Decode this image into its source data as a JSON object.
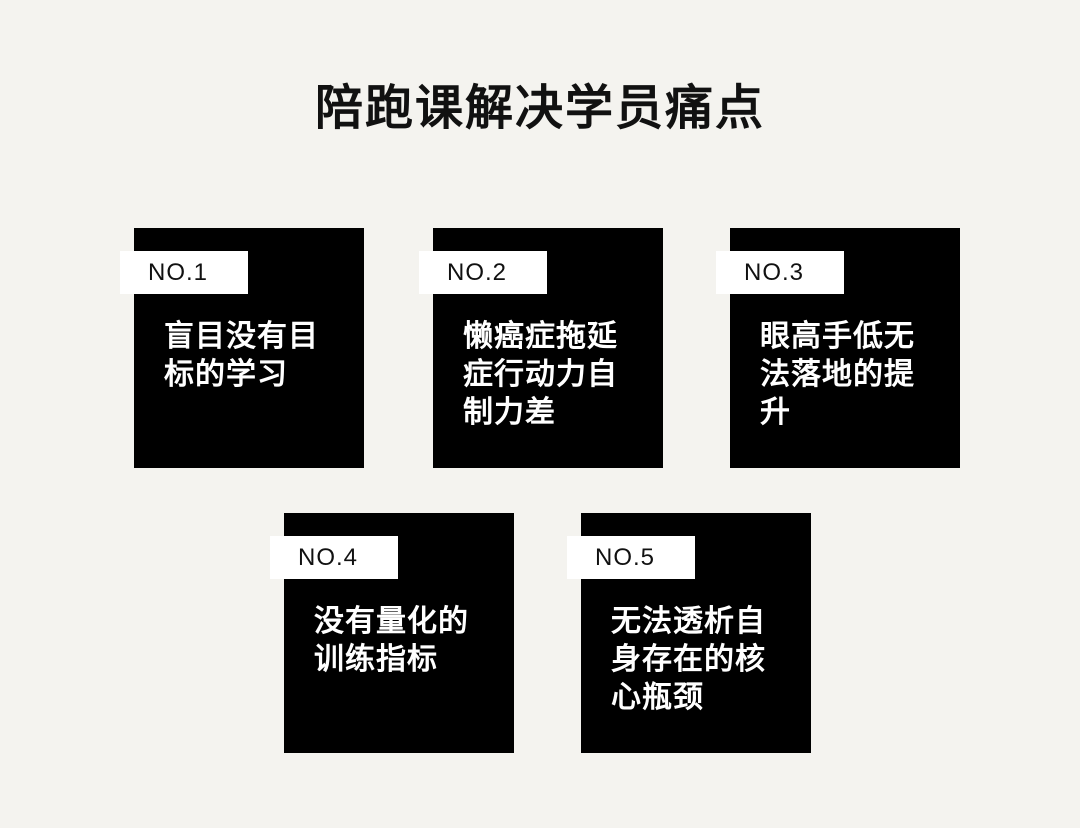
{
  "title": "陪跑课解决学员痛点",
  "cards": [
    {
      "tag": "NO.1",
      "text": "盲目没有目标的学习"
    },
    {
      "tag": "NO.2",
      "text": "懒癌症拖延症行动力自制力差"
    },
    {
      "tag": "NO.3",
      "text": "眼高手低无法落地的提升"
    },
    {
      "tag": "NO.4",
      "text": "没有量化的训练指标"
    },
    {
      "tag": "NO.5",
      "text": "无法透析自身存在的核心瓶颈"
    }
  ],
  "colors": {
    "background": "#f4f3ef",
    "card": "#000000",
    "tag_background": "#ffffff",
    "title": "#111111"
  }
}
